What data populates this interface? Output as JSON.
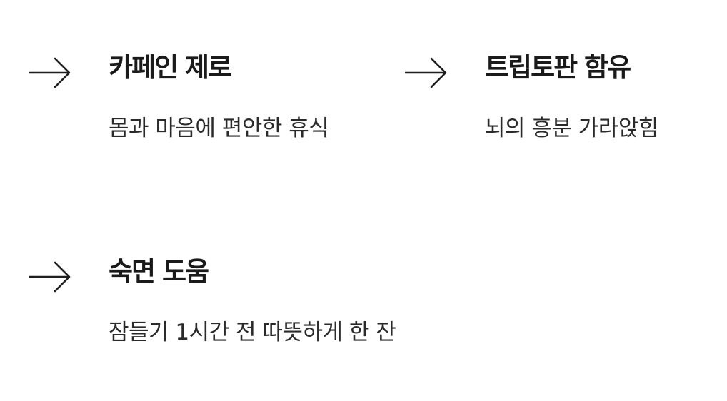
{
  "features": [
    {
      "icon": "arrow-right-icon",
      "title": "카페인 제로",
      "description": "몸과 마음에 편안한 휴식"
    },
    {
      "icon": "arrow-right-icon",
      "title": "트립토판 함유",
      "description": "뇌의 흥분 가라앉힘"
    },
    {
      "icon": "arrow-right-icon",
      "title": "숙면 도움",
      "description": "잠들기 1시간 전 따뜻하게 한 잔"
    }
  ],
  "colors": {
    "text": "#1a1a1a",
    "background": "#ffffff"
  }
}
